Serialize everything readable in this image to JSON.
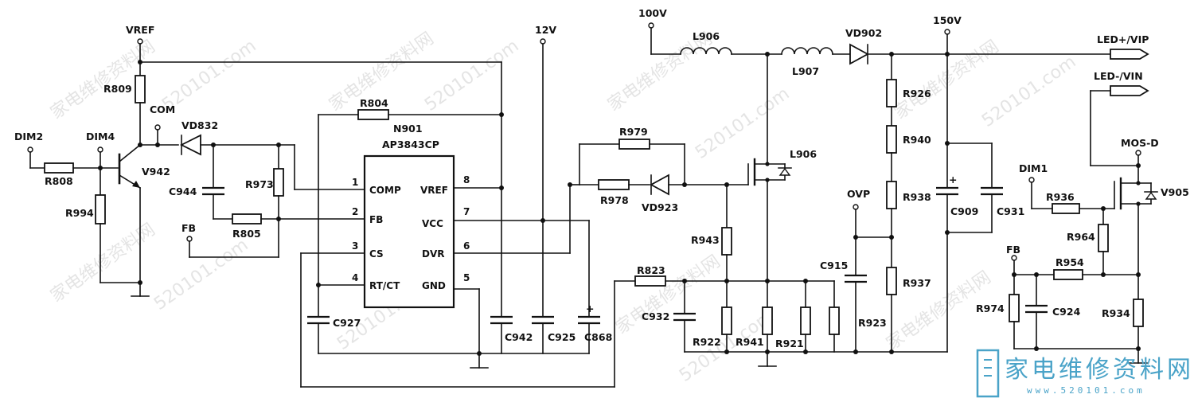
{
  "ic": {
    "ref": "N901",
    "part": "AP3843CP",
    "pins": [
      {
        "num": "1",
        "name": "COMP"
      },
      {
        "num": "2",
        "name": "FB"
      },
      {
        "num": "3",
        "name": "CS"
      },
      {
        "num": "4",
        "name": "RT/CT"
      },
      {
        "num": "8",
        "name": "VREF"
      },
      {
        "num": "7",
        "name": "VCC"
      },
      {
        "num": "6",
        "name": "DVR"
      },
      {
        "num": "5",
        "name": "GND"
      }
    ]
  },
  "nets": {
    "vref": "VREF",
    "com": "COM",
    "dim2": "DIM2",
    "dim4": "DIM4",
    "fb_left": "FB",
    "v12": "12V",
    "v100": "100V",
    "v150": "150V",
    "ovp": "OVP",
    "led_plus": "LED+/VIP",
    "led_minus": "LED-/VIN",
    "mos_d": "MOS-D",
    "dim1": "DIM1",
    "fb_right": "FB"
  },
  "parts": {
    "r809": "R809",
    "r808": "R808",
    "r994": "R994",
    "v942": "V942",
    "vd832": "VD832",
    "c944": "C944",
    "r973": "R973",
    "r805": "R805",
    "r804": "R804",
    "c927": "C927",
    "c942": "C942",
    "c925": "C925",
    "c868": "C868",
    "r979": "R979",
    "r978": "R978",
    "vd923": "VD923",
    "l906a": "L906",
    "l906b": "L906",
    "l907": "L907",
    "vd902": "VD902",
    "r943": "R943",
    "r823": "R823",
    "c932": "C932",
    "r922": "R922",
    "r941": "R941",
    "r921": "R921",
    "c915": "C915",
    "r923": "R923",
    "r926": "R926",
    "r940": "R940",
    "r938": "R938",
    "r937": "R937",
    "c909": "C909",
    "c931": "C931",
    "r936": "R936",
    "v905": "V905",
    "r964": "R964",
    "r954": "R954",
    "r974": "R974",
    "c924": "C924",
    "r934": "R934"
  },
  "polarity": {
    "plus": "+"
  },
  "watermark": {
    "text_cn": "家电维修资料网",
    "url": "520101.com",
    "logo_cn": "家电维修资料网",
    "logo_url": "www.520101.com"
  }
}
